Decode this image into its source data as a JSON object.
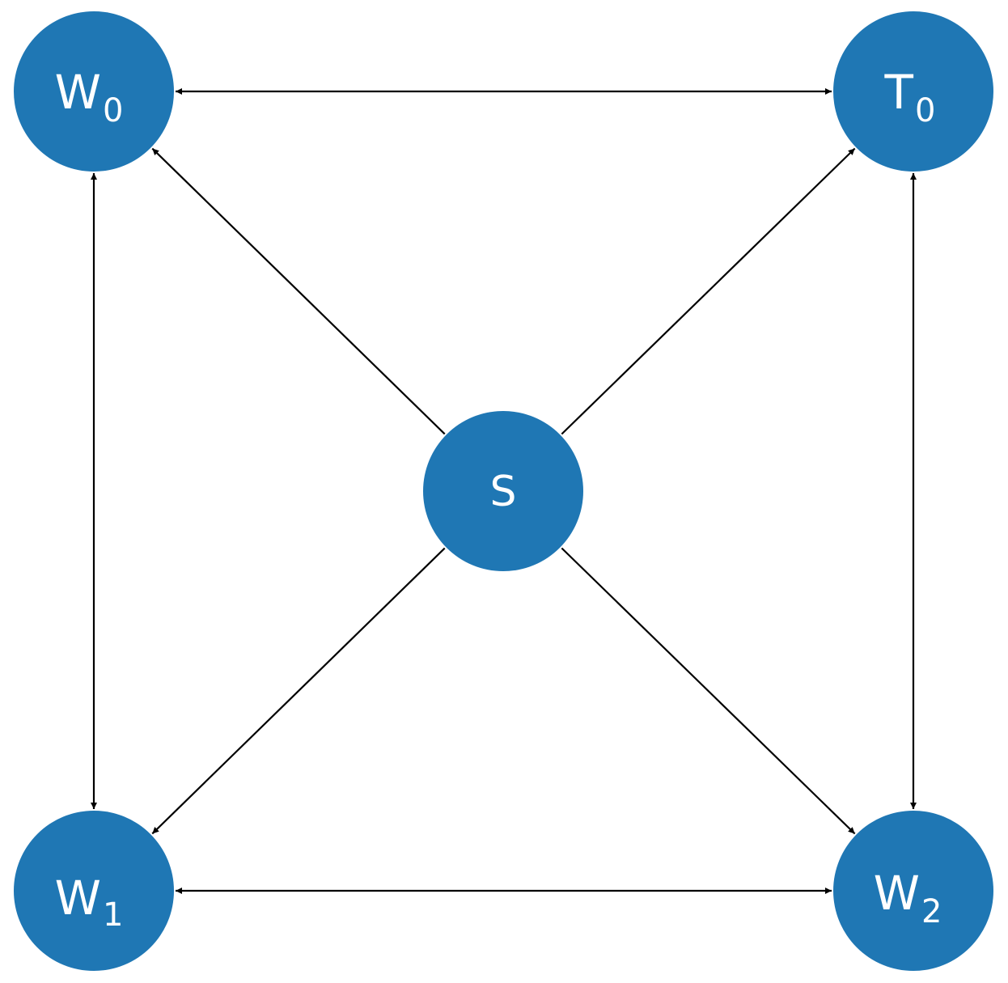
{
  "diagram": {
    "colors": {
      "node_fill": "#1f77b4",
      "node_text": "#ffffff",
      "edge": "#000000",
      "background": "#ffffff"
    },
    "nodes": [
      {
        "id": "W0",
        "base": "W",
        "sub": "0"
      },
      {
        "id": "T0",
        "base": "T",
        "sub": "0"
      },
      {
        "id": "S",
        "base": "S",
        "sub": ""
      },
      {
        "id": "W1",
        "base": "W",
        "sub": "1"
      },
      {
        "id": "W2",
        "base": "W",
        "sub": "2"
      }
    ],
    "edges": [
      {
        "from": "W0",
        "to": "T0",
        "direction": "both"
      },
      {
        "from": "W0",
        "to": "W1",
        "direction": "both"
      },
      {
        "from": "T0",
        "to": "W2",
        "direction": "both"
      },
      {
        "from": "W1",
        "to": "W2",
        "direction": "both"
      },
      {
        "from": "S",
        "to": "W0",
        "direction": "forward"
      },
      {
        "from": "S",
        "to": "T0",
        "direction": "forward"
      },
      {
        "from": "S",
        "to": "W1",
        "direction": "forward"
      },
      {
        "from": "S",
        "to": "W2",
        "direction": "forward"
      }
    ]
  }
}
